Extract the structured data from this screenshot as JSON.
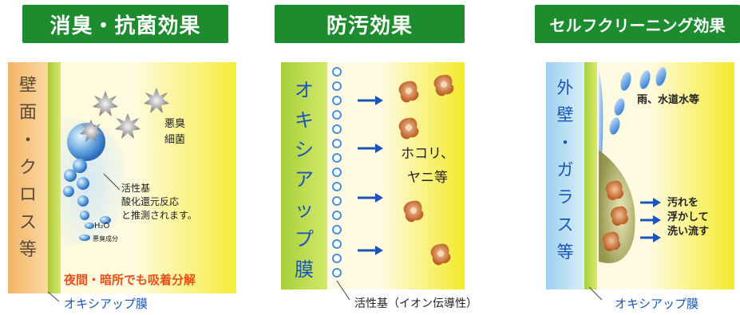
{
  "panels": [
    {
      "title": "消臭・抗菌効果",
      "wall_chars": [
        "壁",
        "面",
        "・",
        "ク",
        "ロ",
        "ス",
        "等"
      ],
      "odor_label_lines": [
        "悪臭",
        "細菌"
      ],
      "reaction_lines": [
        "活性基",
        "酸化還元反応",
        "と推測されます。"
      ],
      "h2o": "H₂O",
      "odor_component": "悪臭成分",
      "night_note": "夜間・暗所でも吸着分解",
      "caption": "オキシアップ膜"
    },
    {
      "title": "防汚効果",
      "film_chars": [
        "オ",
        "キ",
        "シ",
        "ア",
        "ッ",
        "プ",
        "膜"
      ],
      "dirt_label_lines": [
        "ホコリ、",
        "ヤニ等"
      ],
      "caption": "活性基（イオン伝導性）"
    },
    {
      "title": "セルフクリーニング効果",
      "wall_chars": [
        "外",
        "壁",
        "・",
        "ガ",
        "ラ",
        "ス",
        "等"
      ],
      "rain_label": "雨、水道水等",
      "wash_lines": [
        "汚れを",
        "浮かして",
        "洗い流す"
      ],
      "caption": "オキシアップ膜"
    }
  ],
  "colors": {
    "banner": "#1d8c2f",
    "caption": "#1a56b8",
    "arrow": "#1a56b8",
    "note": "#e8501a",
    "dirt": "#c8662a"
  }
}
